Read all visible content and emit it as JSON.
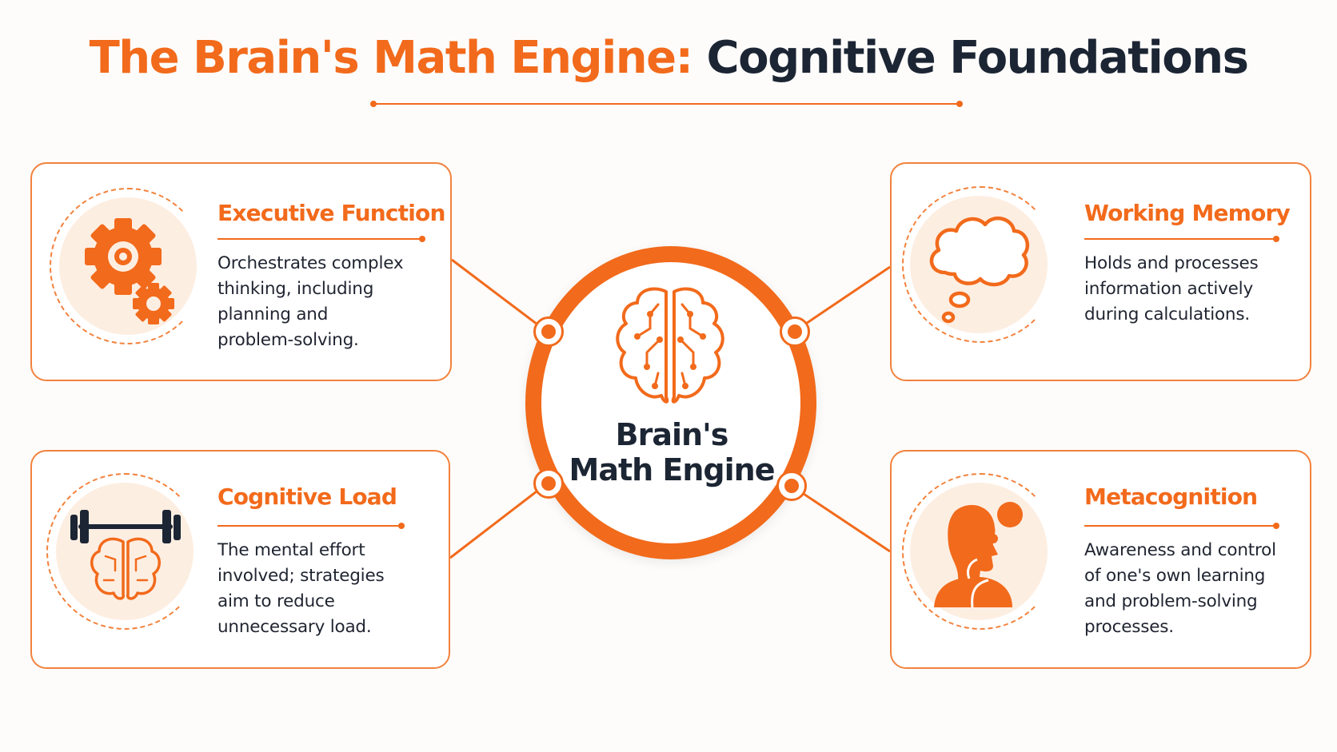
{
  "title": {
    "part1": "The Brain's Math Engine:",
    "part2": "Cognitive Foundations"
  },
  "hub": {
    "line1": "Brain's",
    "line2": "Math Engine",
    "icon": "brain-icon"
  },
  "cards": [
    {
      "title": "Executive Function",
      "lines": [
        "Orchestrates complex",
        "thinking, including",
        "planning and",
        "problem-solving."
      ],
      "icon": "gears-icon"
    },
    {
      "title": "Working Memory",
      "lines": [
        "Holds and processes",
        "information actively",
        "during calculations."
      ],
      "icon": "thought-cloud-icon"
    },
    {
      "title": "Cognitive Load",
      "lines": [
        "The mental effort",
        "involved; strategies",
        "aim to reduce",
        "unnecessary load."
      ],
      "icon": "barbell-brain-icon"
    },
    {
      "title": "Metacognition",
      "lines": [
        "Awareness and control",
        "of one's own learning",
        "and problem-solving",
        "processes."
      ],
      "icon": "thinking-person-icon"
    }
  ],
  "colors": {
    "accent": "#f26a1b",
    "dark": "#1c2533",
    "icon_bg": "#fdeee2"
  }
}
